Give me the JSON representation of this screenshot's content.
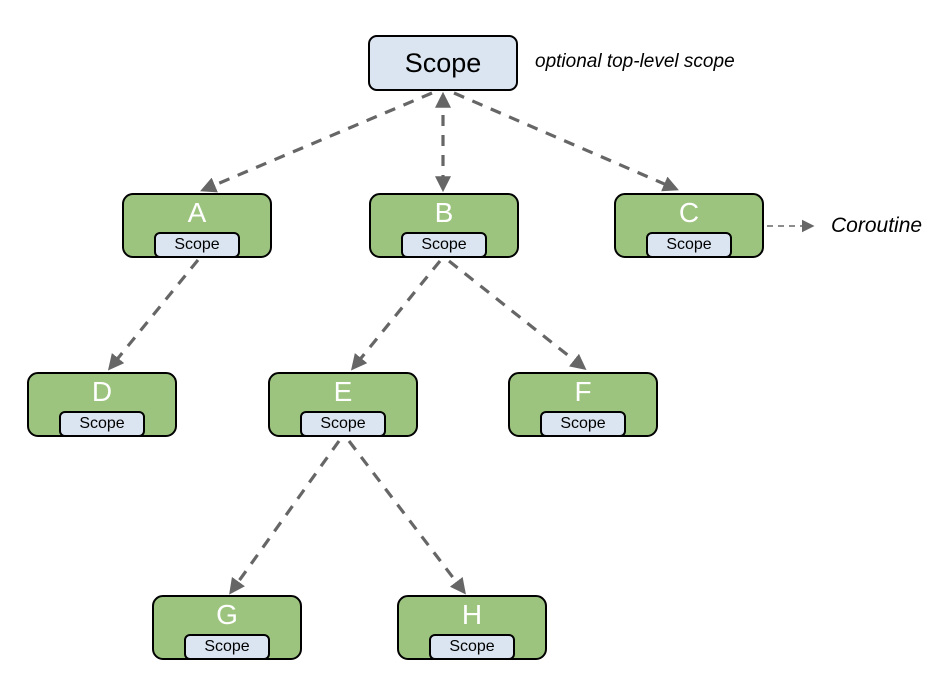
{
  "diagram": {
    "top_node": {
      "label": "Scope"
    },
    "annotations": {
      "top_note": "optional top-level scope",
      "coroutine_note": "Coroutine"
    },
    "nodes": [
      {
        "id": "A",
        "label": "A",
        "scope_label": "Scope"
      },
      {
        "id": "B",
        "label": "B",
        "scope_label": "Scope"
      },
      {
        "id": "C",
        "label": "C",
        "scope_label": "Scope"
      },
      {
        "id": "D",
        "label": "D",
        "scope_label": "Scope"
      },
      {
        "id": "E",
        "label": "E",
        "scope_label": "Scope"
      },
      {
        "id": "F",
        "label": "F",
        "scope_label": "Scope"
      },
      {
        "id": "G",
        "label": "G",
        "scope_label": "Scope"
      },
      {
        "id": "H",
        "label": "H",
        "scope_label": "Scope"
      }
    ],
    "edges": [
      {
        "from": "Scope",
        "to": "A",
        "style": "dashed"
      },
      {
        "from": "Scope",
        "to": "B",
        "style": "dashed-double-arrow"
      },
      {
        "from": "Scope",
        "to": "C",
        "style": "dashed"
      },
      {
        "from": "A",
        "to": "D",
        "style": "dashed"
      },
      {
        "from": "B",
        "to": "E",
        "style": "dashed"
      },
      {
        "from": "B",
        "to": "F",
        "style": "dashed"
      },
      {
        "from": "E",
        "to": "G",
        "style": "dashed"
      },
      {
        "from": "E",
        "to": "H",
        "style": "dashed"
      },
      {
        "from": "C",
        "to": "Coroutine",
        "style": "dashed-thin"
      }
    ],
    "colors": {
      "coroutine_fill": "#9CC47F",
      "scope_fill": "#DBE5F1",
      "border": "#000000",
      "edge": "#666666",
      "coroutine_text": "#FFFFFF",
      "annotation_text": "#000000",
      "background": "#FFFFFF"
    }
  }
}
